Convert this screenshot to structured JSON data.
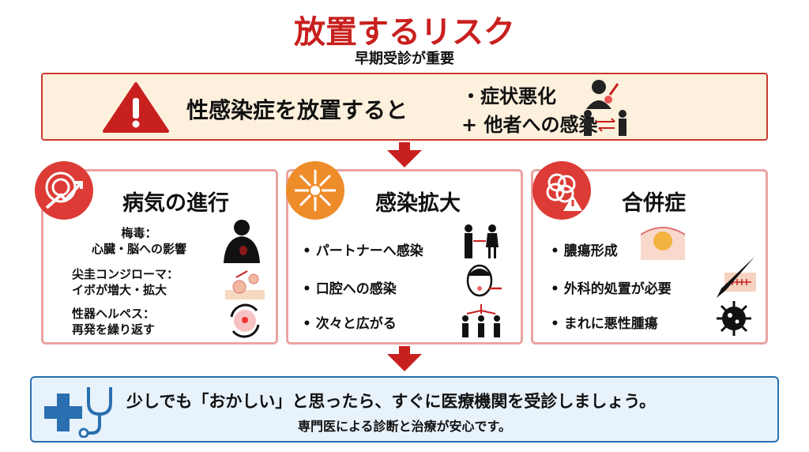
{
  "header": {
    "title": "放置するリスク",
    "subtitle": "早期受診が重要"
  },
  "warning": {
    "text": "性感染症を放置すると",
    "point1": "・症状悪化",
    "point2": "+ 他者への感染"
  },
  "panels": [
    {
      "title": "病気の進行",
      "items": [
        {
          "l1": "梅毒：",
          "l2": "心臓・脳への影響"
        },
        {
          "l1": "尖圭コンジローマ：",
          "l2": "イボが増大・拡大"
        },
        {
          "l1": "性器ヘルペス：",
          "l2": "再発を繰り返す"
        }
      ]
    },
    {
      "title": "感染拡大",
      "items": [
        "• パートナーへ感染",
        "• 口腔への感染",
        "• 次々と広がる"
      ]
    },
    {
      "title": "合併症",
      "items": [
        "• 膿瘍形成",
        "• 外科的処置が必要",
        "• まれに悪性腫瘍"
      ]
    }
  ],
  "footer": {
    "main": "少しでも「おかしい」と思ったら、すぐに医療機関を受診しましょう。",
    "sub": "専門医による診断と治療が安心です。"
  },
  "colors": {
    "red": "#c8201e",
    "orange": "#ef8c2a",
    "blue": "#2a6fb0"
  }
}
